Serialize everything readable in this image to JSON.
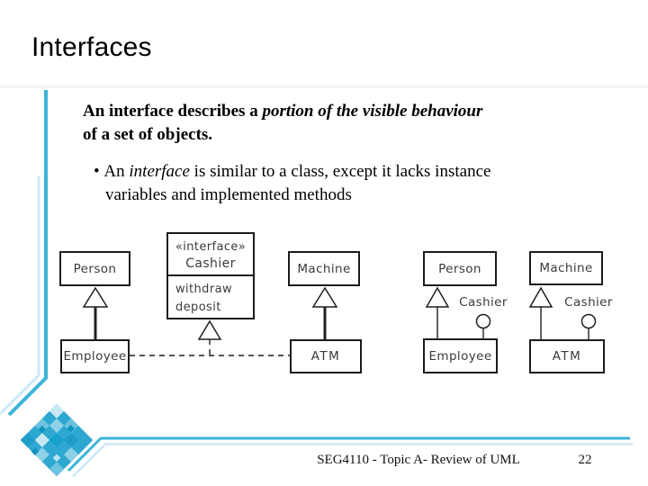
{
  "title": "Interfaces",
  "body": {
    "lead": "An interface describes a ",
    "lead_italic": "portion of the visible behaviour",
    "lead_end": "of a set of objects.",
    "bullet_glyph": "•",
    "bullet_pre": "An ",
    "bullet_italic": "interface",
    "bullet_mid": " is similar to a class, except it lacks instance",
    "bullet_line2": "variables and implemented methods"
  },
  "diagram": {
    "person1": "Person",
    "machine1": "Machine",
    "person2": "Person",
    "machine2": "Machine",
    "employee1": "Employee",
    "atm1": "ATM",
    "employee2": "Employee",
    "atm2": "ATM",
    "interface": {
      "stereotype": "«interface»",
      "name": "Cashier",
      "op1": "withdraw",
      "op2": "deposit"
    },
    "lollipop1": "Cashier",
    "lollipop2": "Cashier"
  },
  "footer": {
    "course": "SEG4110 - Topic A-  Review of UML",
    "page": "22"
  },
  "colors": {
    "accent_teal": "#3ab5d7",
    "accent_light": "#cde9f4",
    "mosaic_base": "#2ea8d1"
  }
}
